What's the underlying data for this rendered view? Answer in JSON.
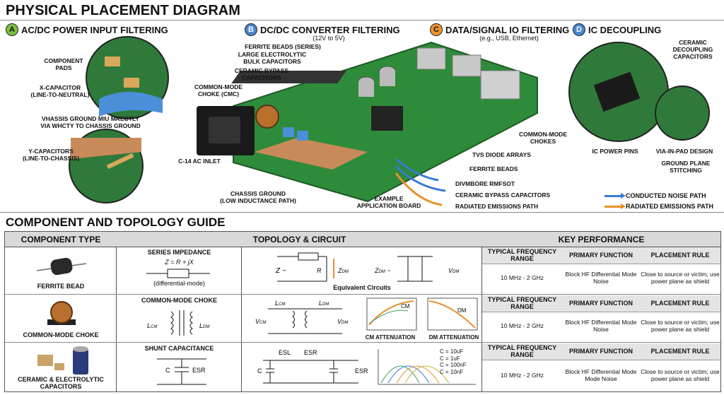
{
  "title": "PHYSICAL PLACEMENT DIAGRAM",
  "sections": [
    {
      "badge": "A",
      "label": "AC/DC POWER INPUT FILTERING",
      "color": "#7ac043"
    },
    {
      "badge": "B",
      "label": "DC/DC CONVERTER FILTERING",
      "sub": "(12V to 5V)",
      "color": "#4a86d0"
    },
    {
      "badge": "C",
      "label": "DATA/SIGNAL IO FILTERING",
      "sub": "(e.g., USB, Ethernet)",
      "color": "#f0952d"
    },
    {
      "badge": "D",
      "label": "IC DECOUPLING",
      "color": "#4a86d0"
    }
  ],
  "labels": {
    "component_pads": "COMPONENT\nPADS",
    "x_cap": "X-CAPACITOR\n(LINE-TO-NEUTRAL)",
    "chassis_ground_note": "VHASSIS GROUND MIU MRECTLY\nVIA WHCTY TO CHASSIS GROUND",
    "y_caps": "Y-CAPACITORS\n(LINE-TO-CHASSIS)",
    "cmc": "COMMON-MODE\nCHOKE (CMC)",
    "c14": "C-14 AC INLET",
    "chassis_ground": "CHASSIS GROUND\n(LOW INDUCTANCE PATH)",
    "example_board": "EXAMPLE\nAPPLICATION BOARD",
    "ferrite_series": "FERRITE BEADS (SERIES)",
    "bulk_caps": "LARGE ELECTROLYTIC\nBULK CAPACITORS",
    "bypass_caps": "CERAMIC BYPASS\nCAPACITORS",
    "cm_chokes": "COMMON-MODE\nCHOKES",
    "tvs": "TVS DIODE ARRAYS",
    "ferrite_beads": "FERRITE BEADS",
    "divmbore": "DIVMBORE RMFSOT",
    "ceramic_bypass": "CERAMIC BYPASS CAPACITORS",
    "radiated_path": "RADIATED EMISSIONS PATH",
    "ceramic_decoupling": "CERAMIC\nDECOUPLING\nCAPACITORS",
    "ic_power_pins": "IC POWER PINS",
    "via_in_pad": "VIA-IN-PAD DESIGN",
    "ground_stitch": "GROUND PLANE\nSTITCHING"
  },
  "legend": [
    {
      "label": "CONDUCTED NOISE PATH",
      "color": "#3a7bd5"
    },
    {
      "label": "RADIATED EMISSIONS PATH",
      "color": "#e8902a"
    }
  ],
  "guide_title": "COMPONENT AND TOPOLOGY GUIDE",
  "headers": {
    "type": "COMPONENT TYPE",
    "topology": "TOPOLOGY & CIRCUIT",
    "perf": "KEY PERFORMANCE"
  },
  "rows": [
    {
      "name": "FERRITE BEAD",
      "topo_title": "SERIES IMPEDANCE",
      "formula": "Z = R + jX",
      "note": "(differential-mode)",
      "circuit_caption": "Equivalent Circuits",
      "kp_freq_h": "TYPICAL FREQUENCY RANGE",
      "kp_func_h": "PRIMARY FUNCTION",
      "kp_place_h": "PLACEMENT RULE",
      "freq": "10 MHz - 2 GHz",
      "func": "Block HF Differential Mode Noise",
      "place": "Close to source or victim; use power plane as shield"
    },
    {
      "name": "COMMON-MODE CHOKE",
      "topo_title": "COMMON-MODE CHOKE",
      "cm_caption": "CM ATTENUATION",
      "dm_caption": "DM ATTENUATION",
      "kp_freq_h": "TYPICAL FREQUENCY RANGE",
      "kp_func_h": "PRIMARY FUNCTION",
      "kp_place_h": "PLACEMENT RULE",
      "freq": "10 MHz - 2 GHz",
      "func": "Block HF Differential Mode Noise",
      "place": "Close to source or victim; use power plane as shield"
    },
    {
      "name": "CERAMIC & ELECTROLYTIC CAPACITORS",
      "topo_title": "SHUNT CAPACITANCE",
      "legend_caps": [
        "C = 10uF",
        "C = 1uF",
        "C = 100nF",
        "C = 10nF"
      ],
      "kp_freq_h": "TYPICAL FREQUENCY RANGE",
      "kp_func_h": "PRIMARY FUNCTION",
      "kp_place_h": "PLACEMENT RULE",
      "freq": "10 MHz - 2 GHz",
      "func": "Block HF Differential Mode Mode Noise",
      "place": "Close to source or victim; use power plane as shield"
    }
  ]
}
